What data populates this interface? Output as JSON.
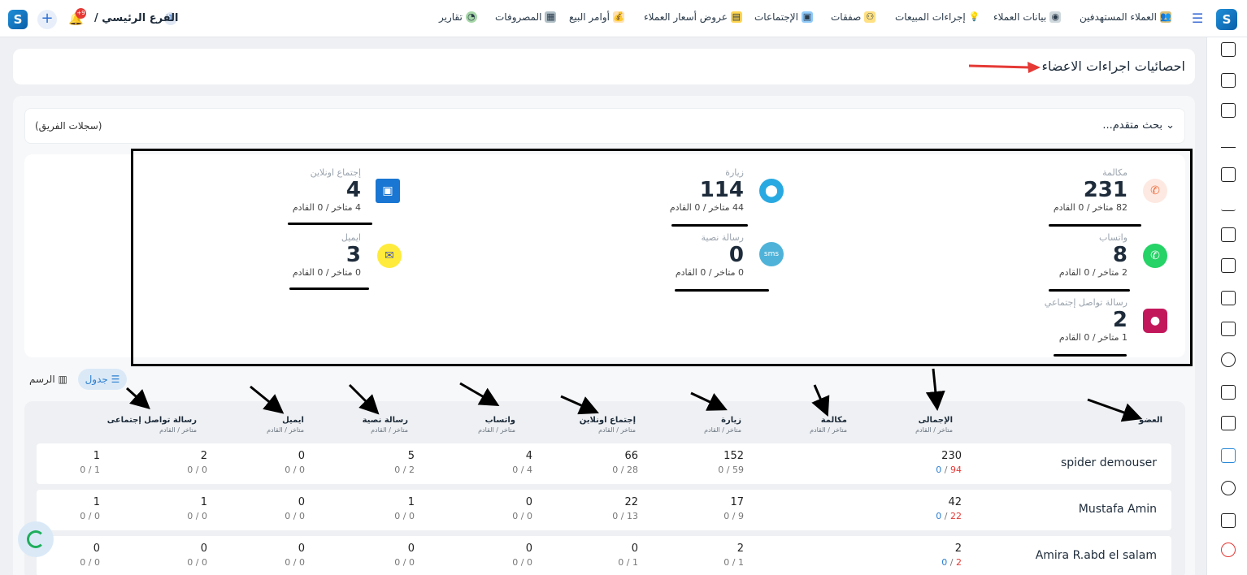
{
  "topbar": {
    "nav": [
      {
        "label": "العملاء المستهدفين",
        "icon": "target-customers-icon"
      },
      {
        "label": "بيانات العملاء",
        "icon": "customer-data-icon"
      },
      {
        "label": "إجراءات المبيعات",
        "icon": "bulb-icon"
      },
      {
        "label": "صفقات",
        "icon": "deals-icon"
      },
      {
        "label": "الإجتماعات",
        "icon": "meetings-icon"
      },
      {
        "label": "عروض أسعار العملاء",
        "icon": "quotes-icon"
      },
      {
        "label": "أوامر البيع",
        "icon": "sales-orders-icon"
      },
      {
        "label": "المصروفات",
        "icon": "expenses-icon"
      },
      {
        "label": "تقارير",
        "icon": "reports-icon"
      }
    ],
    "branch": "الفرع الرئيسي /",
    "branch_number": "1",
    "notifications": "+9"
  },
  "page_title": "احصائيات اجراءات الاعضاء",
  "search": {
    "advanced": "بحث متقدم...",
    "team_records": "(سجلات الفريق)"
  },
  "stats": {
    "call": {
      "label": "مكالمة",
      "value": "231",
      "sub": "82 متاخر / 0 القادم"
    },
    "whatsapp": {
      "label": "واتساب",
      "value": "8",
      "sub": "2 متاخر / 0 القادم"
    },
    "social": {
      "label": "رسالة تواصل إجتماعي",
      "value": "2",
      "sub": "1 متاخر / 0 القادم"
    },
    "visit": {
      "label": "زيارة",
      "value": "114",
      "sub": "44 متاخر / 0 القادم"
    },
    "sms": {
      "label": "رسالة نصية",
      "value": "0",
      "sub": "0 متاخر / 0 القادم"
    },
    "online_meeting": {
      "label": "إجتماع اونلاين",
      "value": "4",
      "sub": "4 متاخر / 0 القادم"
    },
    "email": {
      "label": "ايميل",
      "value": "3",
      "sub": "0 متاخر / 0 القادم"
    }
  },
  "view_toggle": {
    "table": "جدول",
    "chart": "الرسم"
  },
  "table": {
    "columns": [
      {
        "title": "العضو",
        "sub": ""
      },
      {
        "title": "الإجمالى",
        "sub": "متاخر / القادم"
      },
      {
        "title": "مكالمة",
        "sub": "متاخر / القادم"
      },
      {
        "title": "زيارة",
        "sub": "متاخر / القادم"
      },
      {
        "title": "إجتماع اونلاين",
        "sub": "متاخر / القادم"
      },
      {
        "title": "واتساب",
        "sub": "متاخر / القادم"
      },
      {
        "title": "رسالة نصية",
        "sub": "متاخر / القادم"
      },
      {
        "title": "ايميل",
        "sub": "متاخر / القادم"
      },
      {
        "title": "رسالة تواصل إجتماعى",
        "sub": "متاخر / القادم"
      }
    ],
    "rows": [
      {
        "member": "spider demouser",
        "total": "230",
        "total_up": "0",
        "total_late": "94",
        "cells": [
          [
            "152",
            "0 / 59"
          ],
          [
            "66",
            "0 / 28"
          ],
          [
            "4",
            "0 / 4"
          ],
          [
            "5",
            "0 / 2"
          ],
          [
            "0",
            "0 / 0"
          ],
          [
            "2",
            "0 / 0"
          ],
          [
            "1",
            "0 / 1"
          ]
        ]
      },
      {
        "member": "Mustafa Amin",
        "total": "42",
        "total_up": "0",
        "total_late": "22",
        "cells": [
          [
            "17",
            "0 / 9"
          ],
          [
            "22",
            "0 / 13"
          ],
          [
            "0",
            "0 / 0"
          ],
          [
            "1",
            "0 / 0"
          ],
          [
            "0",
            "0 / 0"
          ],
          [
            "1",
            "0 / 0"
          ],
          [
            "1",
            "0 / 0"
          ]
        ]
      },
      {
        "member": "Amira R.abd el salam",
        "total": "2",
        "total_up": "0",
        "total_late": "2",
        "cells": [
          [
            "2",
            "0 / 1"
          ],
          [
            "0",
            "0 / 1"
          ],
          [
            "0",
            "0 / 0"
          ],
          [
            "0",
            "0 / 0"
          ],
          [
            "0",
            "0 / 0"
          ],
          [
            "0",
            "0 / 0"
          ],
          [
            "0",
            "0 / 0"
          ]
        ]
      }
    ]
  },
  "colors": {
    "accent": "#2c7fd1",
    "late": "#e53935",
    "green": "#1fae5b"
  }
}
